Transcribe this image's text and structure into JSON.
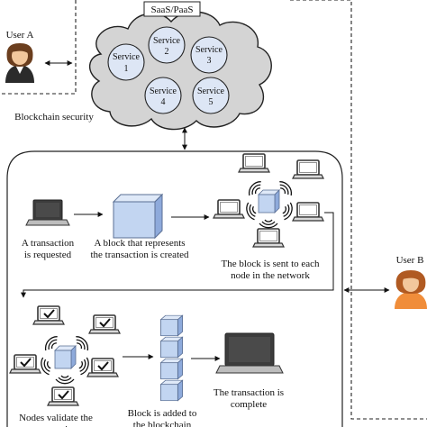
{
  "cloud": {
    "title": "SaaS/PaaS",
    "services": [
      {
        "line1": "Service",
        "line2": "1"
      },
      {
        "line1": "Service",
        "line2": "2"
      },
      {
        "line1": "Service",
        "line2": "3"
      },
      {
        "line1": "Service",
        "line2": "4"
      },
      {
        "line1": "Service",
        "line2": "5"
      }
    ]
  },
  "users": {
    "a": "User A",
    "b": "User B"
  },
  "security_label": "Blockchain security",
  "steps": {
    "request": {
      "line1": "A transaction",
      "line2": "is requested"
    },
    "block_created": {
      "line1": "A block that represents",
      "line2": "the transaction is created"
    },
    "block_sent": {
      "line1": "The block is sent to each",
      "line2": "node in the network"
    },
    "validate": {
      "line1": "Nodes validate the",
      "line2": "transaction"
    },
    "added": {
      "line1": "Block is added to",
      "line2": "the blockchain"
    },
    "complete": {
      "line1": "The transaction is",
      "line2": "complete"
    }
  },
  "colors": {
    "cloud_fill": "#d4d4d4",
    "service_fill": "#dde6f5",
    "cube_front": "#c2d5f1",
    "cube_top": "#dfe9f8",
    "cube_side": "#8eaadb",
    "skin": "#f2c79c",
    "hair_a": "#6b3e1e",
    "hair_b": "#b05a22",
    "shirt": "#f08d3a"
  }
}
